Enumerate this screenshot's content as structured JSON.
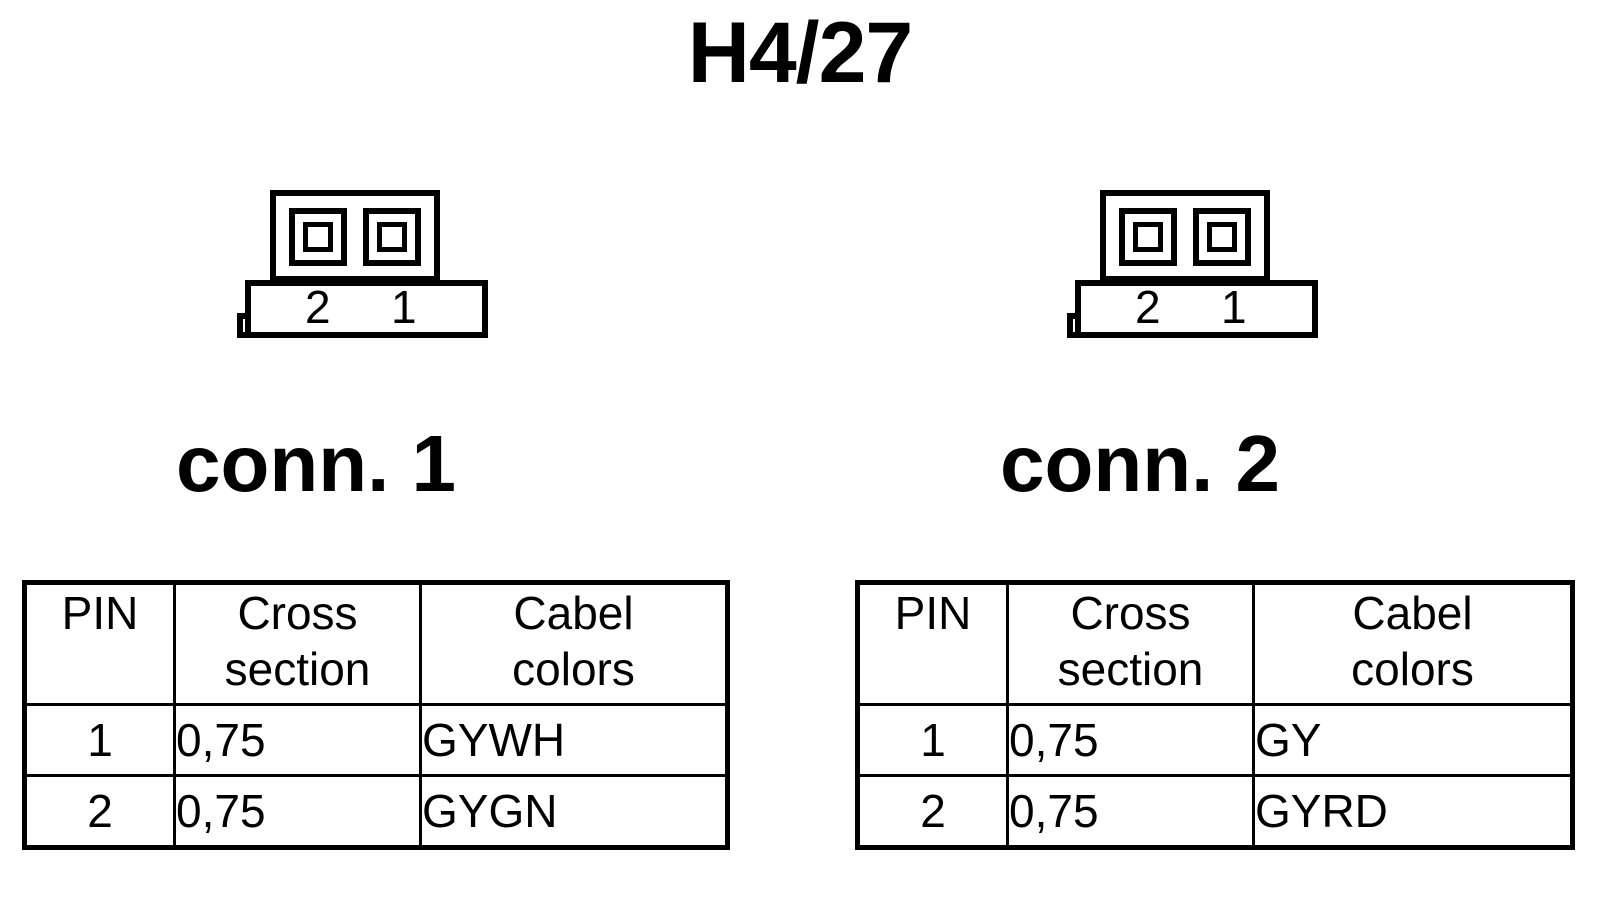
{
  "title": "H4/27",
  "connectors": [
    {
      "label": "conn. 1",
      "symbol": {
        "pin_left_label": "2",
        "pin_right_label": "1",
        "cavity_count": 2
      },
      "table": {
        "headers": {
          "pin": "PIN",
          "cross_line1": "Cross",
          "cross_line2": "section",
          "cabel_line1": "Cabel",
          "cabel_line2": "colors"
        },
        "rows": [
          {
            "pin": "1",
            "cross_section": "0,75",
            "cabel_color": "GYWH"
          },
          {
            "pin": "2",
            "cross_section": "0,75",
            "cabel_color": "GYGN"
          }
        ]
      }
    },
    {
      "label": "conn. 2",
      "symbol": {
        "pin_left_label": "2",
        "pin_right_label": "1",
        "cavity_count": 2
      },
      "table": {
        "headers": {
          "pin": "PIN",
          "cross_line1": "Cross",
          "cross_line2": "section",
          "cabel_line1": "Cabel",
          "cabel_line2": "colors"
        },
        "rows": [
          {
            "pin": "1",
            "cross_section": "0,75",
            "cabel_color": "GY"
          },
          {
            "pin": "2",
            "cross_section": "0,75",
            "cabel_color": "GYRD"
          }
        ]
      }
    }
  ],
  "colors": {
    "ink": "#000000",
    "paper": "#ffffff"
  }
}
